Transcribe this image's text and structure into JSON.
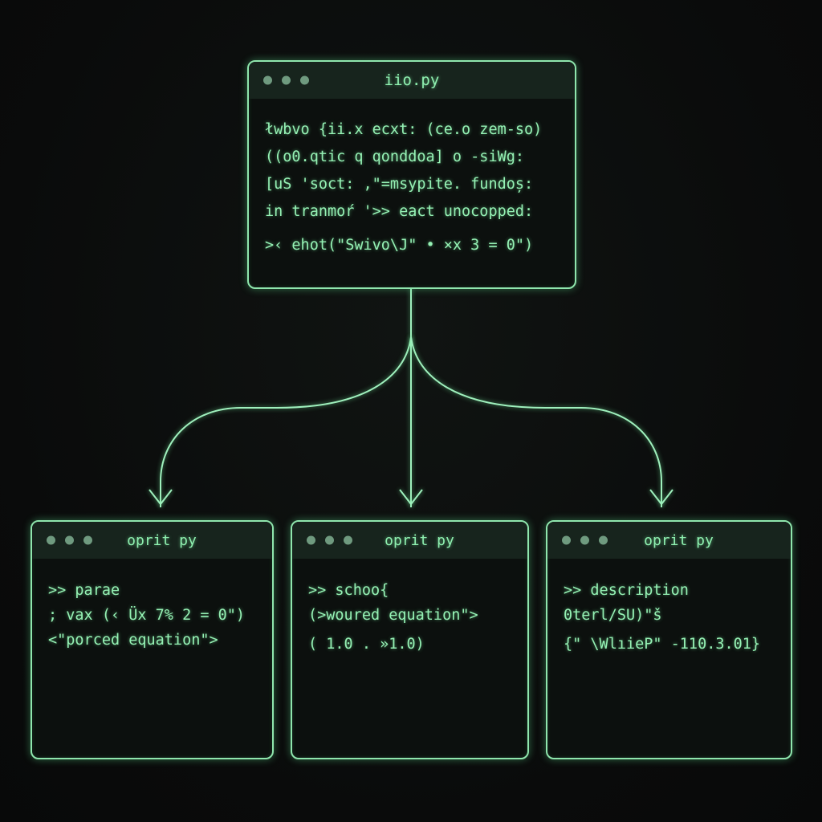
{
  "main": {
    "title": "iio.py",
    "lines": [
      "łwbvo {ii.x ecxt: (ce.o zem-so)",
      "((o0.qtic q qonddoa] o -siWg:",
      "[uS 'soct: ,\"=msypite. fundoș:",
      "in tranmoŕ '>> eact unocopped:",
      ">‹ ehot(\"Swivo\\J\" • ×x 3 = 0\")"
    ]
  },
  "children": [
    {
      "title": "oprit py",
      "lines": [
        ">> parae",
        "; vax (‹ Üx 7% 2 = 0\")",
        "<\"porced equation\">"
      ]
    },
    {
      "title": "oprit py",
      "lines": [
        ">> schoo{",
        "(>woured equation\">",
        "( 1.0 . »1.0)"
      ]
    },
    {
      "title": "oprit py",
      "lines": [
        ">> description",
        "0terl/SU)\"š",
        "{\" \\WlıieP\" -110.3.01}"
      ]
    }
  ],
  "colors": {
    "accent": "#8fe6ad",
    "background": "#0b0d0c"
  }
}
